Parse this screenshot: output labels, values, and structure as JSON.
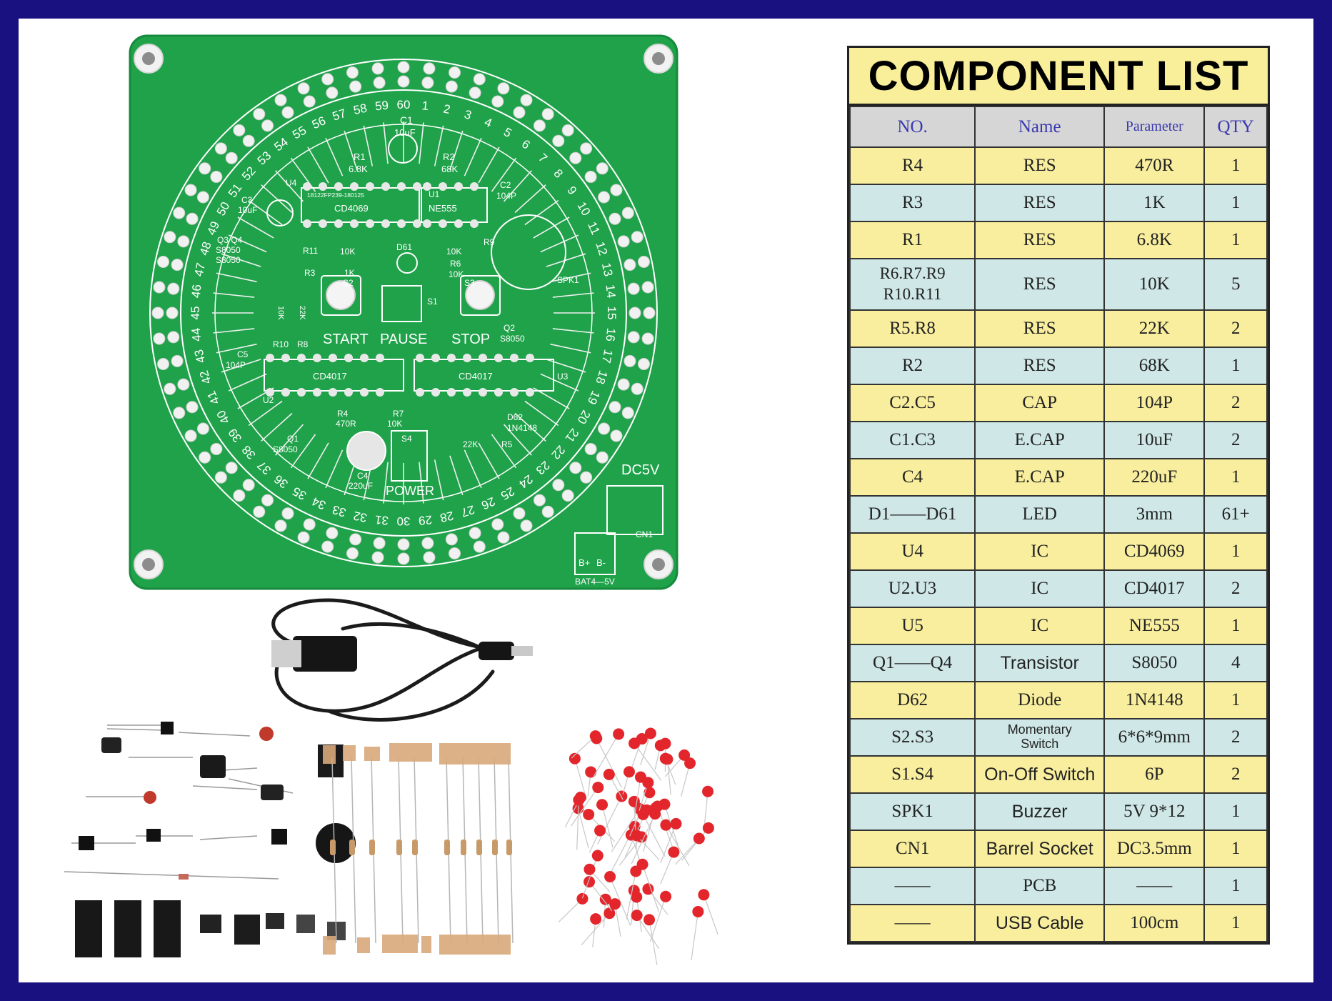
{
  "table": {
    "title": "COMPONENT LIST",
    "headers": [
      "NO.",
      "Name",
      "Parameter",
      "QTY"
    ],
    "rows": [
      {
        "no": "R4",
        "name": "RES",
        "param": "470R",
        "qty": "1"
      },
      {
        "no": "R3",
        "name": "RES",
        "param": "1K",
        "qty": "1"
      },
      {
        "no": "R1",
        "name": "RES",
        "param": "6.8K",
        "qty": "1"
      },
      {
        "no": "R6.R7.R9\nR10.R11",
        "name": "RES",
        "param": "10K",
        "qty": "5"
      },
      {
        "no": "R5.R8",
        "name": "RES",
        "param": "22K",
        "qty": "2"
      },
      {
        "no": "R2",
        "name": "RES",
        "param": "68K",
        "qty": "1"
      },
      {
        "no": "C2.C5",
        "name": "CAP",
        "param": "104P",
        "qty": "2"
      },
      {
        "no": "C1.C3",
        "name": "E.CAP",
        "param": "10uF",
        "qty": "2"
      },
      {
        "no": "C4",
        "name": "E.CAP",
        "param": "220uF",
        "qty": "1"
      },
      {
        "no": "D1——D61",
        "name": "LED",
        "param": "3mm",
        "qty": "61+"
      },
      {
        "no": "U4",
        "name": "IC",
        "param": "CD4069",
        "qty": "1"
      },
      {
        "no": "U2.U3",
        "name": "IC",
        "param": "CD4017",
        "qty": "2"
      },
      {
        "no": "U5",
        "name": "IC",
        "param": "NE555",
        "qty": "1"
      },
      {
        "no": "Q1——Q4",
        "name": "Transistor",
        "param": "S8050",
        "qty": "4"
      },
      {
        "no": "D62",
        "name": "Diode",
        "param": "1N4148",
        "qty": "1"
      },
      {
        "no": "S2.S3",
        "name": "Momentary\nSwitch",
        "param": "6*6*9mm",
        "qty": "2"
      },
      {
        "no": "S1.S4",
        "name": "On-Off Switch",
        "param": "6P",
        "qty": "2"
      },
      {
        "no": "SPK1",
        "name": "Buzzer",
        "param": "5V 9*12",
        "qty": "1"
      },
      {
        "no": "CN1",
        "name": "Barrel Socket",
        "param": "DC3.5mm",
        "qty": "1"
      },
      {
        "no": "——",
        "name": "PCB",
        "param": "——",
        "qty": "1"
      },
      {
        "no": "——",
        "name": "USB Cable",
        "param": "100cm",
        "qty": "1"
      }
    ]
  },
  "pcb": {
    "ring_numbers": [
      "60",
      "1",
      "2",
      "3",
      "4",
      "5",
      "6",
      "7",
      "8",
      "9",
      "10",
      "11",
      "12",
      "13",
      "14",
      "15",
      "16",
      "17",
      "18",
      "19",
      "20",
      "21",
      "22",
      "23",
      "24",
      "25",
      "26",
      "27",
      "28",
      "29",
      "30",
      "31",
      "32",
      "33",
      "34",
      "35",
      "36",
      "37",
      "38",
      "39",
      "40",
      "41",
      "42",
      "43",
      "44",
      "45",
      "46",
      "47",
      "48",
      "49",
      "50",
      "51",
      "52",
      "53",
      "54",
      "55",
      "56",
      "57",
      "58",
      "59"
    ],
    "labels": {
      "c1": "C1",
      "c1v": "10uF",
      "r1": "R1",
      "r1v": "6.8K",
      "r2": "R2",
      "r2v": "68K",
      "u4": "U4",
      "u4code": "18122FP239-180125",
      "u4ic": "CD4069",
      "u1": "U1",
      "u1ic": "NE555",
      "c2": "C2",
      "c2v": "104P",
      "c3": "C3",
      "c3v": "10uF",
      "q3q4": "Q3 Q4",
      "s8050a": "S8050",
      "s8050b": "S8050",
      "r11": "R11",
      "r11v": "10K",
      "d61": "D61",
      "r10v": "10K",
      "r9": "R9",
      "r3": "R3",
      "r3v": "1K",
      "r6": "R6",
      "r6v": "10K",
      "spk1": "SPK1",
      "s2": "S2",
      "s1": "S1",
      "s3": "S3",
      "r10v2": "10K",
      "r8v": "22K",
      "q2": "Q2",
      "s8050q2": "S8050",
      "start": "START",
      "pause": "PAUSE",
      "stop": "STOP",
      "r10": "R10",
      "r8": "R8",
      "c5": "C5",
      "c5v": "104P",
      "cd4017a": "CD4017",
      "cd4017b": "CD4017",
      "u3": "U3",
      "u2": "U2",
      "r4": "R4",
      "r4v": "470R",
      "r7": "R7",
      "r7v": "10K",
      "d62": "D62",
      "d62v": "1N4148",
      "q1": "Q1",
      "s8050q1": "S8050",
      "s4": "S4",
      "r5v": "22K",
      "r5": "R5",
      "c4": "C4",
      "c4v": "220uF",
      "power": "POWER",
      "dc5v": "DC5V",
      "cn1": "CN1",
      "bplus": "B+",
      "bminus": "B-",
      "bat": "BAT4—5V"
    }
  },
  "colors": {
    "background_border": "#1a1180",
    "pcb_green": "#1fa24a",
    "table_yellow": "#f8ee9d",
    "table_blue": "#cfe7e7",
    "header_gray": "#d6d6d6",
    "led_red": "#e3262c"
  }
}
